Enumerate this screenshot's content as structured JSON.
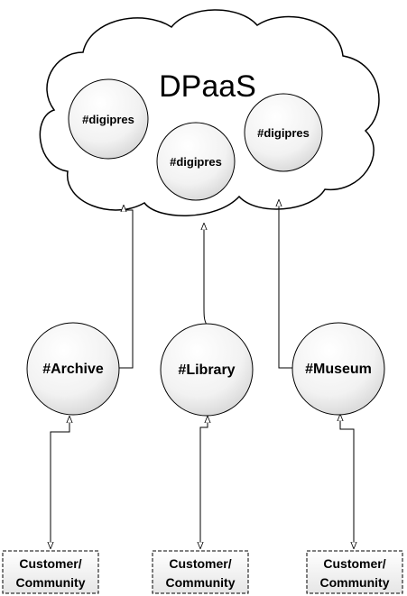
{
  "cloud": {
    "title": "DPaaS",
    "bubbles": [
      {
        "label": "#digipres"
      },
      {
        "label": "#digipres"
      },
      {
        "label": "#digipres"
      }
    ]
  },
  "nodes": [
    {
      "label": "#Archive"
    },
    {
      "label": "#Library"
    },
    {
      "label": "#Museum"
    }
  ],
  "customers": [
    {
      "line1": "Customer/",
      "line2": "Community"
    },
    {
      "line1": "Customer/",
      "line2": "Community"
    },
    {
      "line1": "Customer/",
      "line2": "Community"
    }
  ],
  "colors": {
    "stroke": "#000000",
    "fill_top": "#ffffff",
    "fill_bottom": "#dcdcdc"
  },
  "icons": {
    "arrow": "arrowhead"
  }
}
